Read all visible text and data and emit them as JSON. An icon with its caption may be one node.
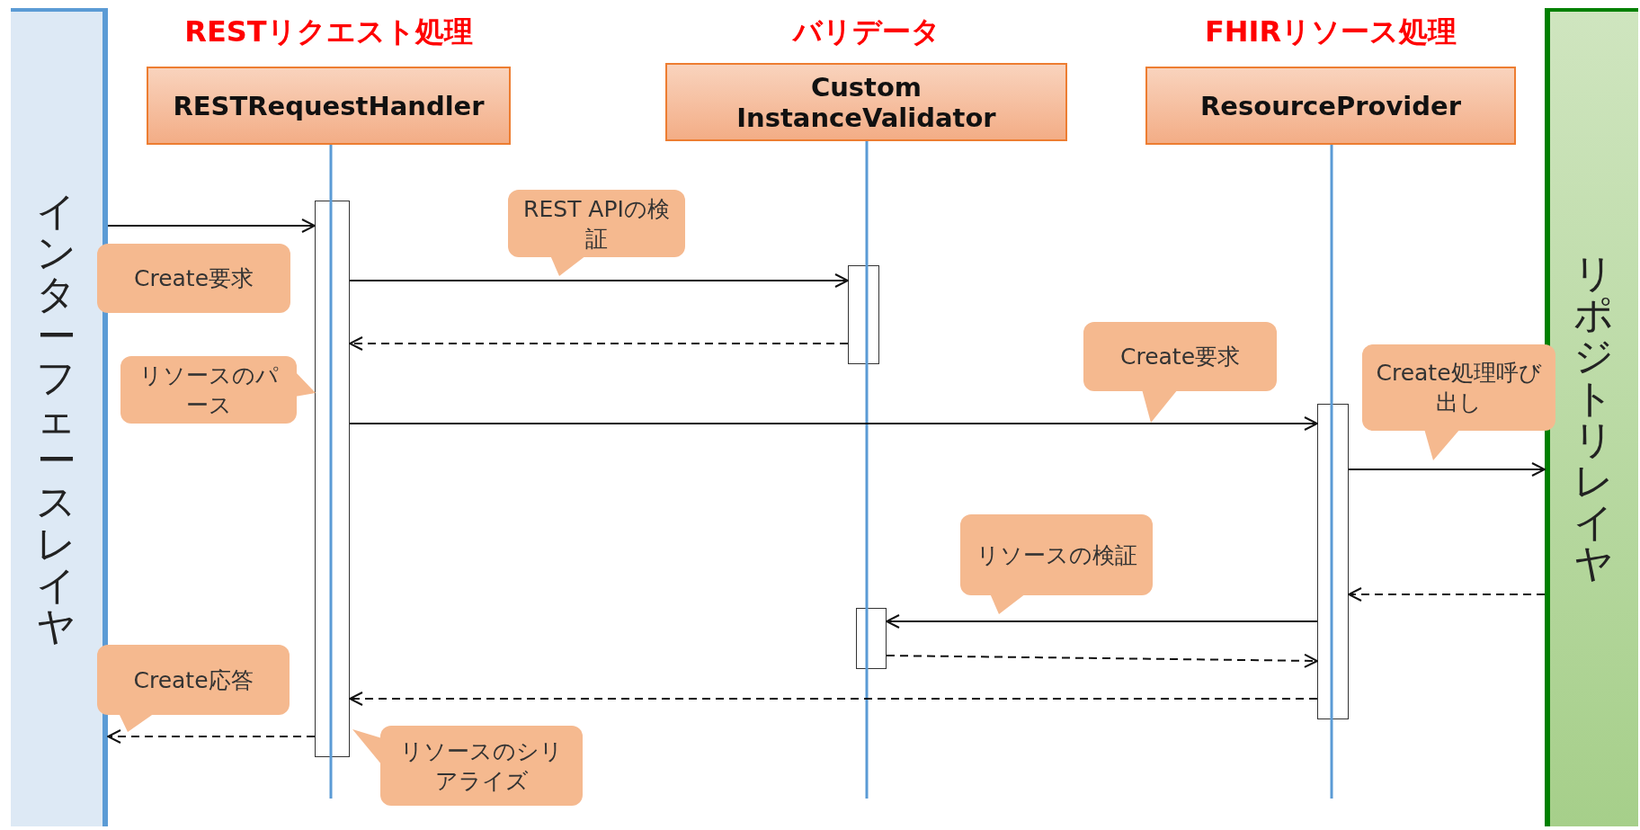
{
  "diagram": {
    "nodes": [
      {
        "text": [
          "インターフェースレイヤ"
        ]
      },
      {
        "text": [
          "RESTリクエスト処理",
          "RESTRequestHandler"
        ]
      },
      {
        "text": [
          "バリデータ",
          "Custom InstanceValidator"
        ]
      },
      {
        "text": [
          "FHIRリソース処理",
          "ResourceProvider"
        ]
      },
      {
        "text": [
          "リポジトリレイヤ"
        ]
      },
      {
        "text": [],
        "shape": "bar"
      },
      {
        "text": [],
        "shape": "bar"
      },
      {
        "text": [],
        "shape": "bar"
      },
      {
        "text": [],
        "shape": "bar"
      },
      {
        "text": [
          "Create要求"
        ]
      },
      {
        "text": [
          "REST APIの検証"
        ]
      },
      {
        "text": [
          "リソースのパース"
        ]
      },
      {
        "text": [
          "Create要求"
        ]
      },
      {
        "text": [
          "Create処理呼び出し"
        ]
      },
      {
        "text": [
          "リソースの検証"
        ]
      },
      {
        "text": [
          "Create応答"
        ]
      },
      {
        "text": [
          "リソースのシリアライズ"
        ]
      }
    ],
    "edges": [
      {
        "from": 0,
        "to": 5,
        "arrow": "to"
      },
      {
        "from": 5,
        "to": 6,
        "arrow": "to"
      },
      {
        "from": 6,
        "to": 5,
        "arrow": "to",
        "style": "dashed"
      },
      {
        "from": 5,
        "to": 7,
        "arrow": "to"
      },
      {
        "from": 7,
        "to": 4,
        "arrow": "to"
      },
      {
        "from": 4,
        "to": 7,
        "arrow": "to",
        "style": "dashed"
      },
      {
        "from": 7,
        "to": 8,
        "arrow": "to"
      },
      {
        "from": 8,
        "to": 7,
        "arrow": "to",
        "style": "dashed"
      },
      {
        "from": 7,
        "to": 5,
        "arrow": "to",
        "style": "dashed"
      },
      {
        "from": 5,
        "to": 0,
        "arrow": "to",
        "style": "dashed"
      }
    ]
  }
}
